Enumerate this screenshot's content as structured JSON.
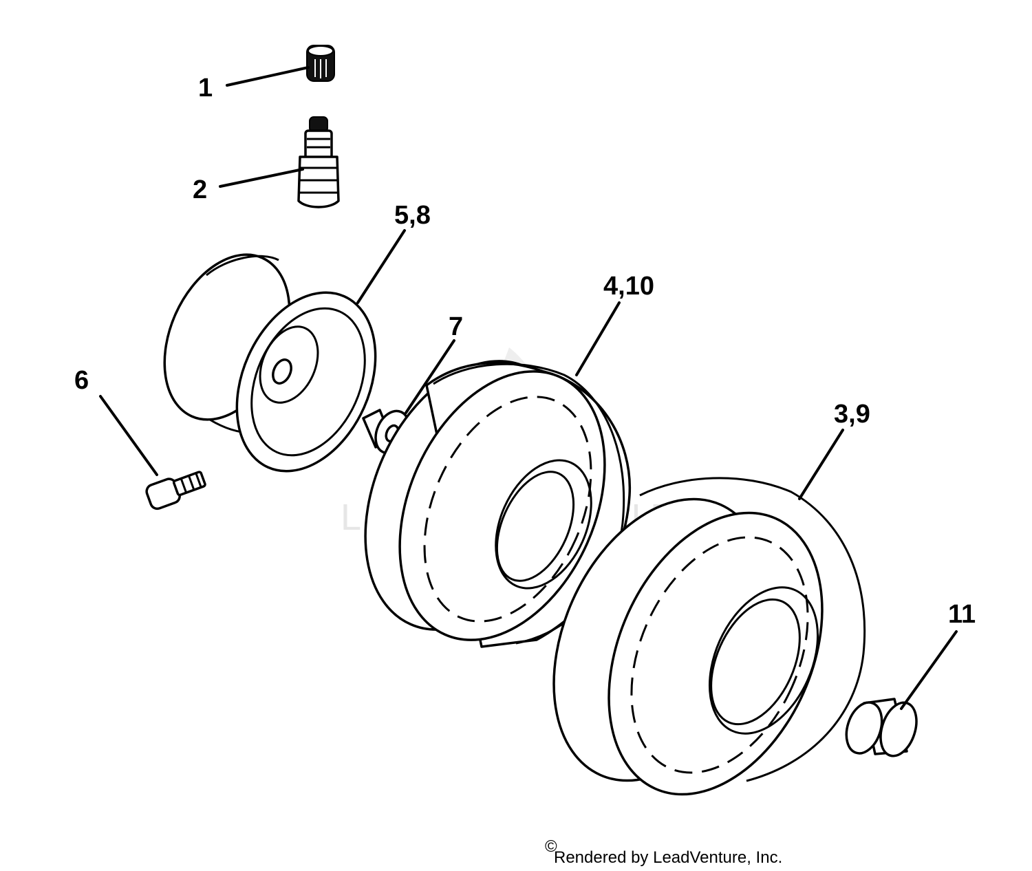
{
  "diagram": {
    "callouts": {
      "c1": "1",
      "c2": "2",
      "c3": "3,9",
      "c4": "4,10",
      "c5": "5,8",
      "c6": "6",
      "c7": "7",
      "c11": "11"
    },
    "watermark": "LEADVENTURE",
    "credit": "Rendered by LeadVenture, Inc.",
    "credit_mark": "©"
  }
}
